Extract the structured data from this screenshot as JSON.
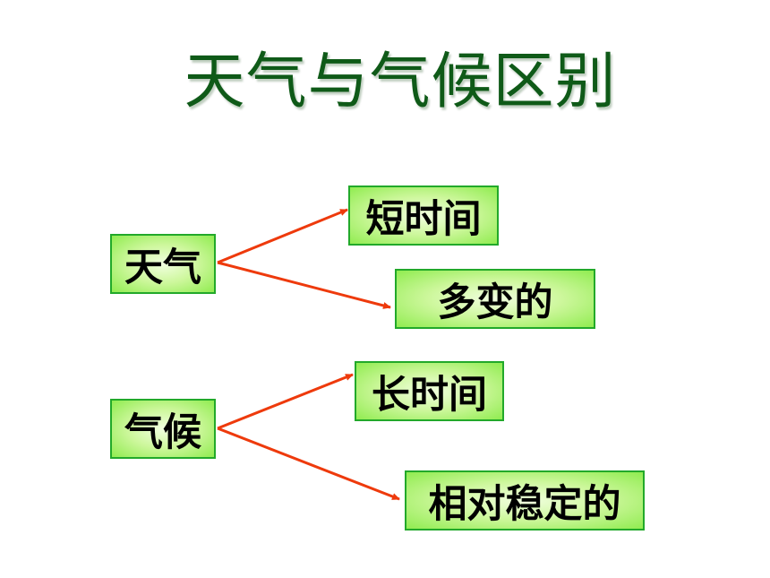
{
  "title": "天气与气候区别",
  "colors": {
    "title": "#0f5a18",
    "box_border": "#22a92a",
    "box_fill_center": "#f1ffe0",
    "box_fill_edge": "#90ec50",
    "arrow": "#ee3a0c"
  },
  "groups": [
    {
      "term": "天气",
      "traits": [
        "短时间",
        "多变的"
      ]
    },
    {
      "term": "气候",
      "traits": [
        "长时间",
        "相对稳定的"
      ]
    }
  ]
}
